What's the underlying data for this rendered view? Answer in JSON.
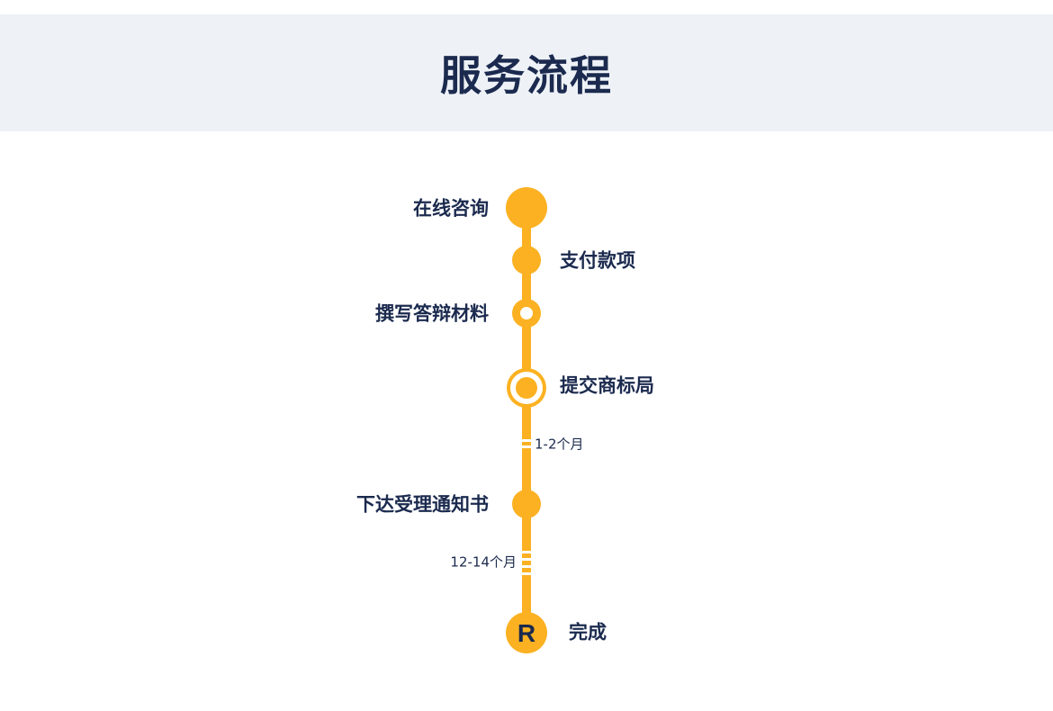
{
  "header": {
    "title": "服务流程"
  },
  "colors": {
    "accent": "#fbb121",
    "text": "#1b2a4e",
    "header_bg": "#eef2f7"
  },
  "timeline": {
    "steps": [
      {
        "label": "在线咨询",
        "side": "left",
        "marker": "large-filled-circle"
      },
      {
        "label": "支付款项",
        "side": "right",
        "marker": "filled-circle"
      },
      {
        "label": "撰写答辩材料",
        "side": "left",
        "marker": "ring-circle"
      },
      {
        "label": "提交商标局",
        "side": "right",
        "marker": "double-ring-circle"
      },
      {
        "label": "下达受理通知书",
        "side": "left",
        "marker": "filled-circle"
      },
      {
        "label": "完成",
        "side": "right",
        "marker": "registered-r-circle",
        "icon_text": "R"
      }
    ],
    "durations": [
      {
        "label": "1-2个月",
        "side": "right"
      },
      {
        "label": "12-14个月",
        "side": "left"
      }
    ]
  }
}
